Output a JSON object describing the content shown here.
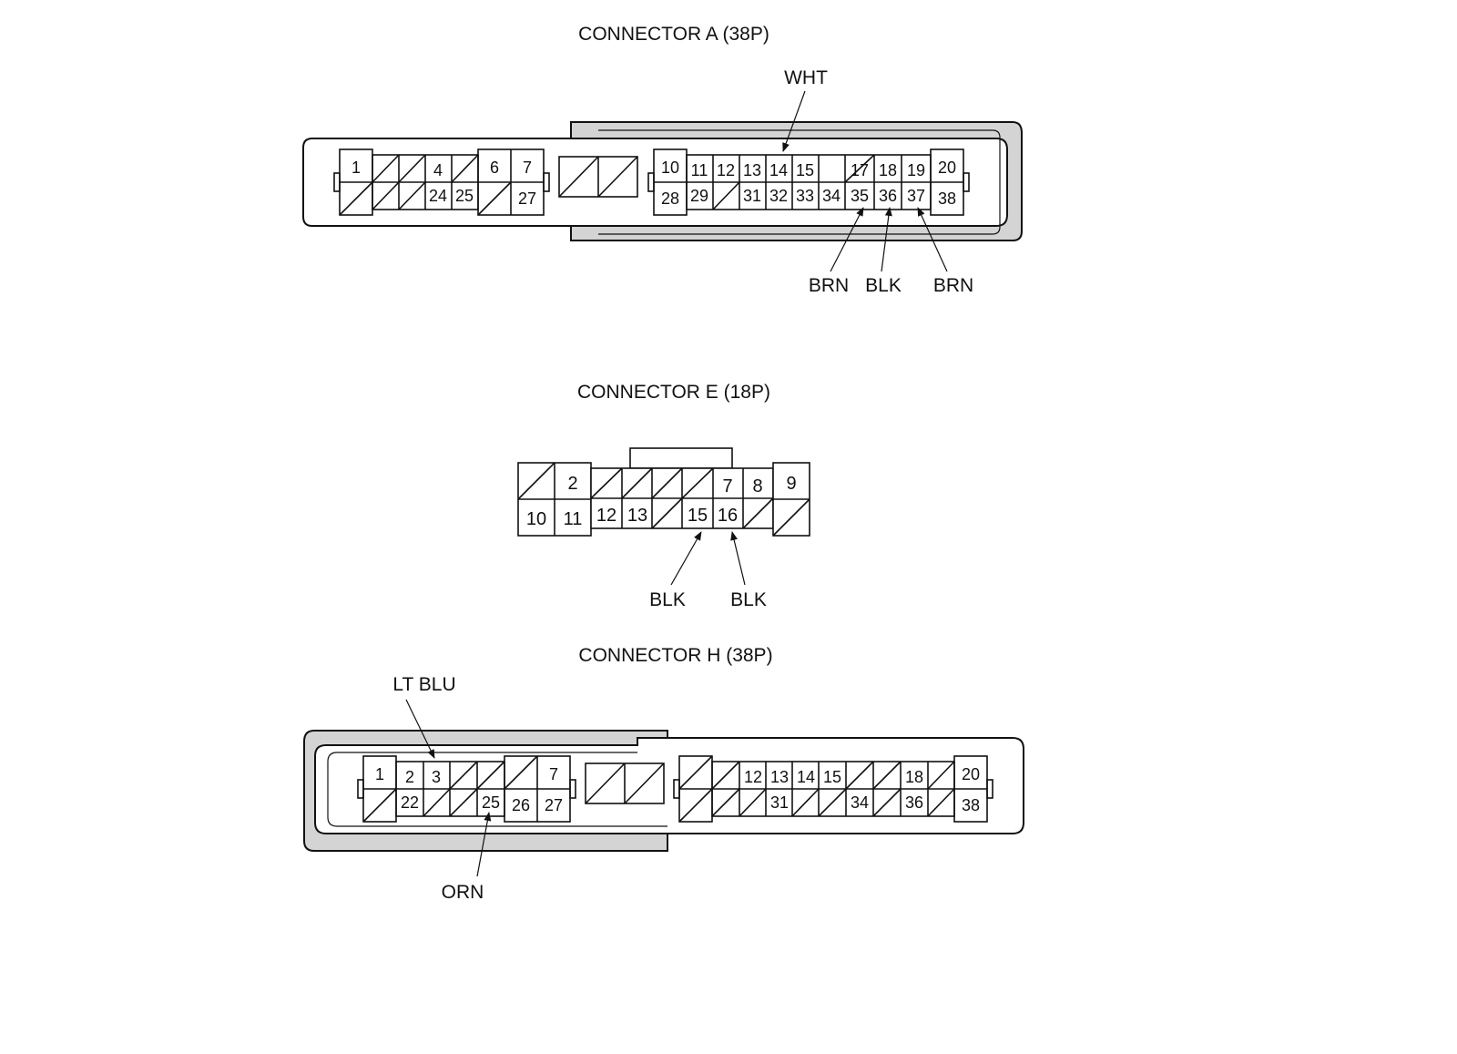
{
  "connectors": [
    {
      "id": "A",
      "title": "CONNECTOR A (38P)",
      "pins": [
        "1",
        "4",
        "6",
        "7",
        "24",
        "25",
        "27",
        "10",
        "11",
        "12",
        "13",
        "14",
        "15",
        "17",
        "18",
        "19",
        "20",
        "28",
        "29",
        "31",
        "32",
        "33",
        "34",
        "35",
        "36",
        "37",
        "38"
      ],
      "wires": [
        {
          "label": "WHT",
          "pin": "14"
        },
        {
          "label": "BRN",
          "pin": "35"
        },
        {
          "label": "BLK",
          "pin": "36"
        },
        {
          "label": "BRN",
          "pin": "37"
        }
      ]
    },
    {
      "id": "E",
      "title": "CONNECTOR E (18P)",
      "pins": [
        "2",
        "7",
        "8",
        "9",
        "10",
        "11",
        "12",
        "13",
        "15",
        "16"
      ],
      "wires": [
        {
          "label": "BLK",
          "pin": "15"
        },
        {
          "label": "BLK",
          "pin": "16"
        }
      ]
    },
    {
      "id": "H",
      "title": "CONNECTOR H (38P)",
      "pins": [
        "1",
        "2",
        "3",
        "7",
        "22",
        "25",
        "26",
        "27",
        "12",
        "13",
        "14",
        "15",
        "18",
        "20",
        "31",
        "34",
        "36",
        "38"
      ],
      "wires": [
        {
          "label": "LT BLU",
          "pin": "3"
        },
        {
          "label": "ORN",
          "pin": "25"
        }
      ]
    }
  ]
}
